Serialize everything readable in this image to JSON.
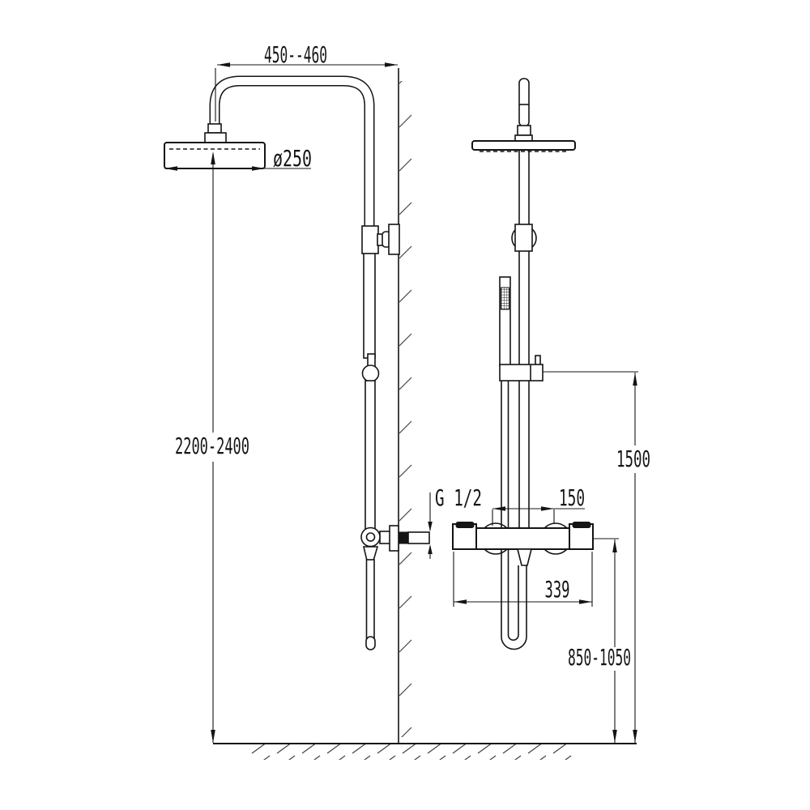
{
  "drawing": {
    "title": "shower-column-installation-diagram",
    "background_color": "#ffffff",
    "line_color": "#141414",
    "dimensions": {
      "arm_reach": "450--460",
      "head_diameter": "ø250",
      "total_height": "2200-2400",
      "wall_thread": "G 1/2",
      "inlet_spacing": "150",
      "holder_height": "1500",
      "mixer_length": "339",
      "mixer_height": "850-1050"
    }
  }
}
